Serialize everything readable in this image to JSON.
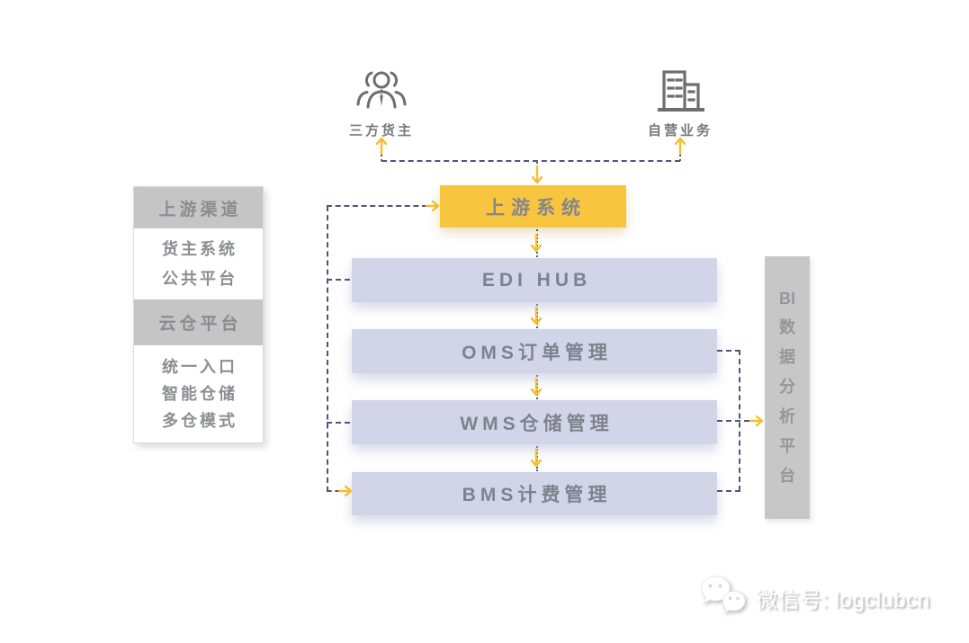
{
  "top": {
    "left_actor": {
      "label": "三方货主",
      "icon": "people-group-icon"
    },
    "right_actor": {
      "label": "自营业务",
      "icon": "buildings-icon"
    }
  },
  "flow": {
    "upstream": "上游系统",
    "boxes": [
      "EDI HUB",
      "OMS订单管理",
      "WMS仓储管理",
      "BMS计费管理"
    ]
  },
  "left_panel": {
    "sections": [
      {
        "header": "上游渠道",
        "items": [
          "货主系统",
          "公共平台"
        ]
      },
      {
        "header": "云仓平台",
        "items": [
          "统一入口",
          "智能仓储",
          "多仓模式"
        ]
      }
    ]
  },
  "bi_panel": {
    "label": "BI数据分析平台",
    "lines": [
      "BI",
      "数",
      "据",
      "分",
      "析",
      "平",
      "台"
    ]
  },
  "watermark": {
    "text": "微信号: logclubcn",
    "icon": "wechat-icon"
  },
  "colors": {
    "accent_yellow": "#F8C53E",
    "module_lavender": "#D2D5E8",
    "panel_gray": "#C6C6C7",
    "dash_navy": "#4D5679",
    "arrow_yellow": "#F4BE2C",
    "text_gray": "#85868B",
    "icon_gray": "#6E6E70"
  }
}
